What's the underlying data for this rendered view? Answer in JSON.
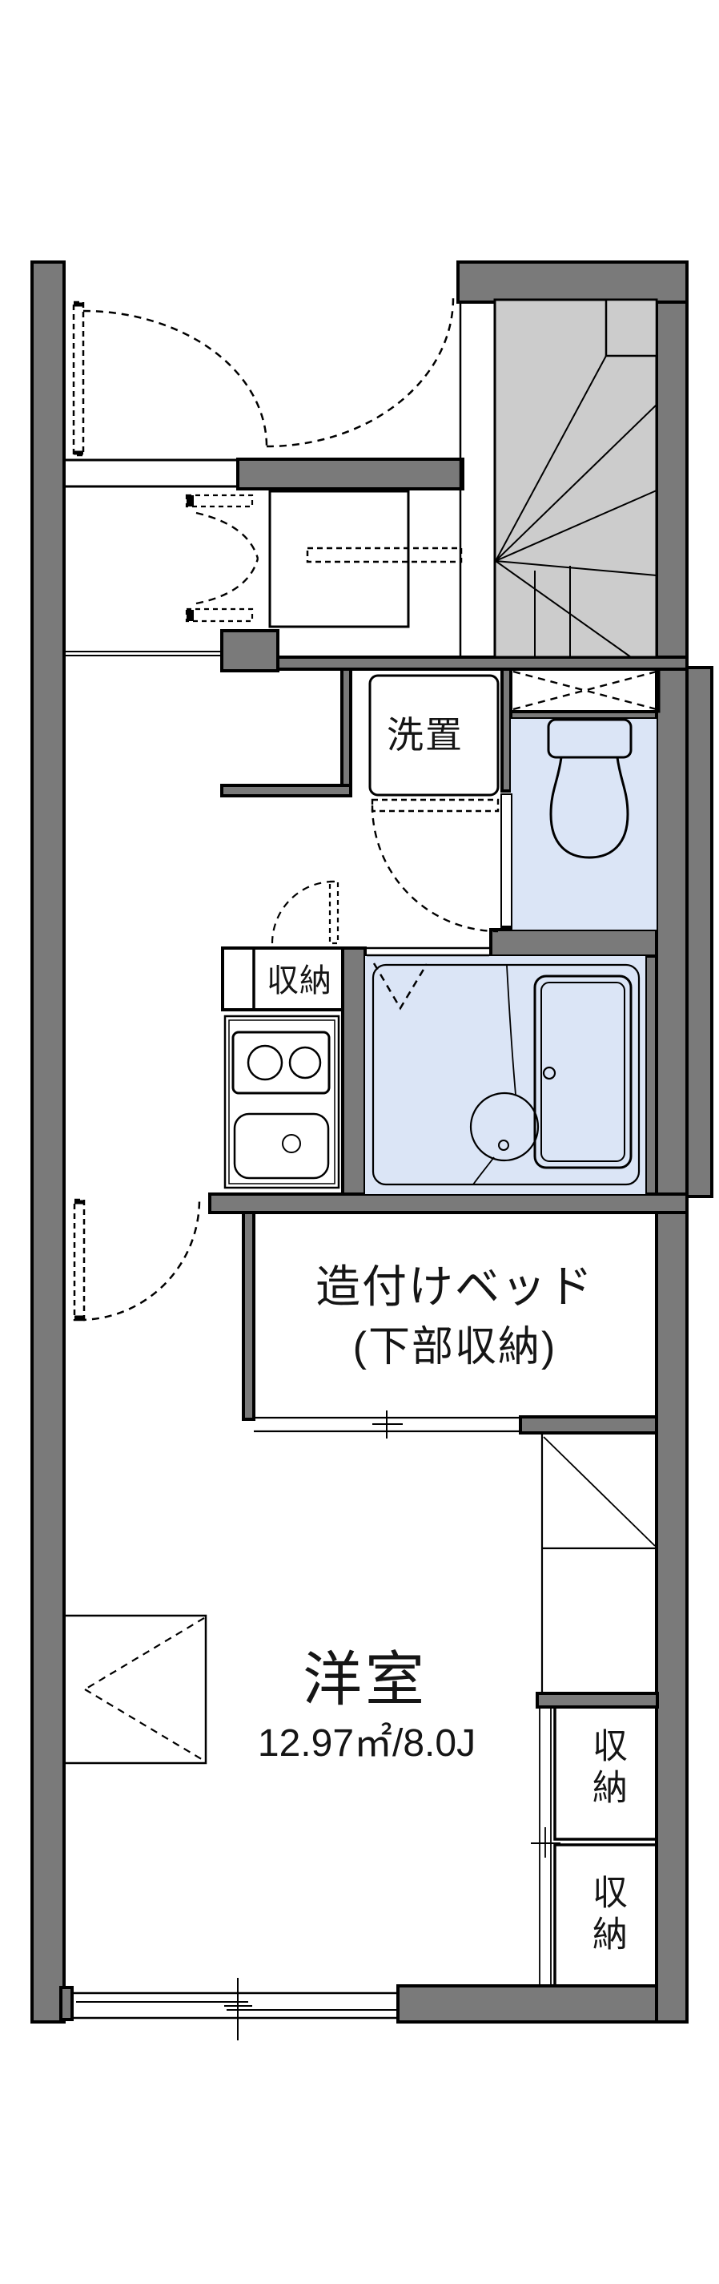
{
  "colors": {
    "wall": "#7a7a7a",
    "stair": "#cccccc",
    "fixture": "#dbe5f6",
    "storage": "#fcf3de",
    "ink": "#000000",
    "paper": "#ffffff"
  },
  "rooms": {
    "washer": {
      "label": "洗置"
    },
    "kitchen_storage": {
      "label": "収納"
    },
    "built_in_bed": {
      "line1": "造付けベッド",
      "line2": "(下部収納)"
    },
    "western_room": {
      "name": "洋室",
      "area": "12.97㎡/8.0J"
    },
    "closet_upper": {
      "label": "収納"
    },
    "closet_lower": {
      "label": "収納"
    }
  }
}
